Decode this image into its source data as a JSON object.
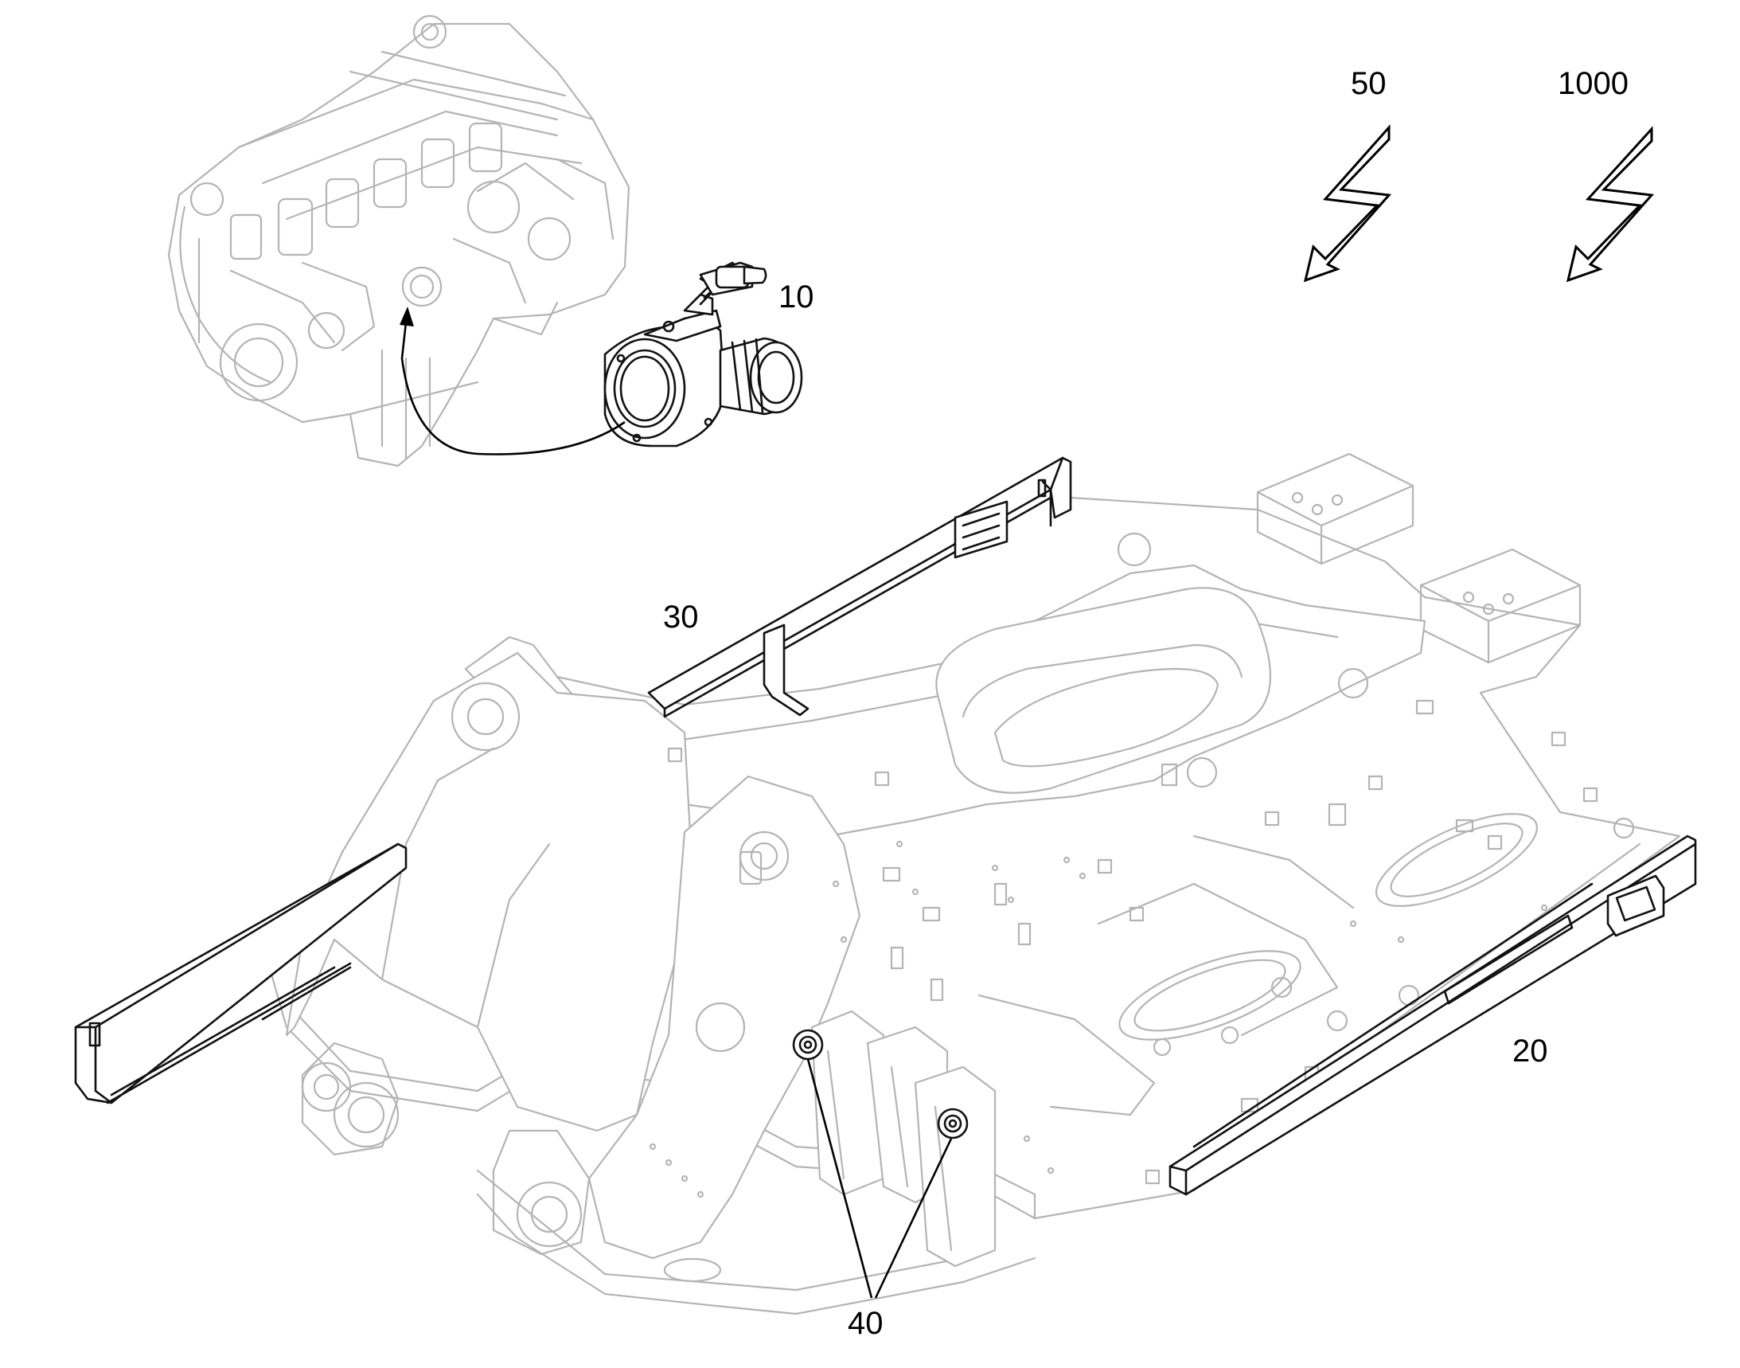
{
  "callouts": {
    "c10": "10",
    "c20": "20",
    "c30": "30",
    "c40": "40",
    "c50": "50",
    "c1000": "1000"
  },
  "symbols": {
    "s50": "lightning-arrow-icon",
    "s1000": "lightning-arrow-icon"
  },
  "colors": {
    "highlight_parts": "#111111",
    "context_parts": "#b4b4b4"
  }
}
